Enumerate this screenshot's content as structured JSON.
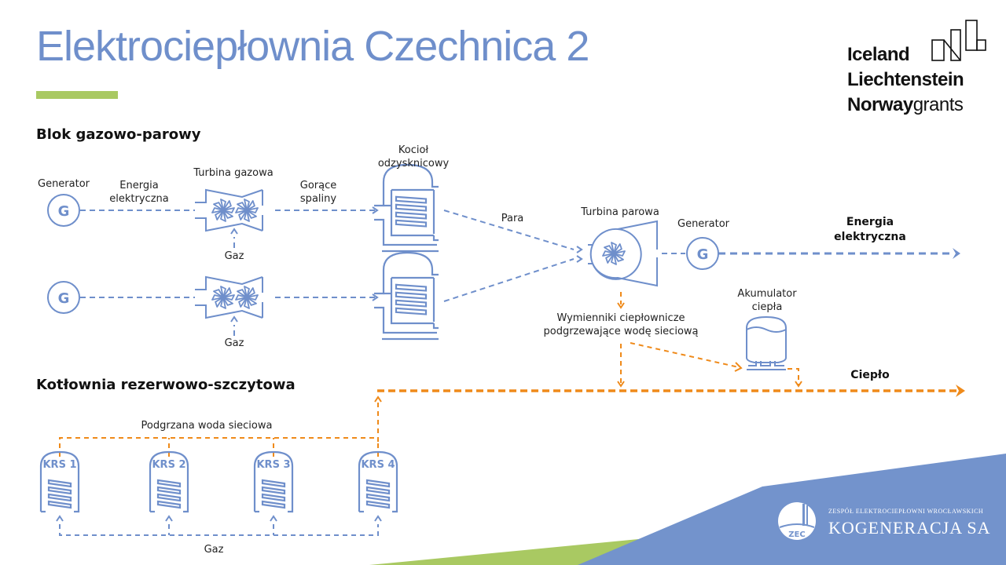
{
  "title": "Elektrociepłownia Czechnica 2",
  "logo_eea": {
    "line1": "Iceland",
    "line2": "Liechtenstein",
    "line3_bold": "Norway",
    "line3_light": "grants"
  },
  "logo_zec": {
    "emblem_text": "ZEC",
    "subtitle": "ZESPÓŁ ELEKTROCIEPŁOWNI WROCŁAWSKICH",
    "name": "KOGENERACJA SA"
  },
  "sections": {
    "combined_cycle": "Blok gazowo-parowy",
    "reserve_boilers": "Kotłownia rezerwowo-szczytowa"
  },
  "labels": {
    "generator": "Generator",
    "energia_elektryczna": [
      "Energia",
      "elektryczna"
    ],
    "turbina_gazowa": "Turbina gazowa",
    "gorace_spaliny": [
      "Gorące",
      "spaliny"
    ],
    "kociol": [
      "Kocioł",
      "odzysknicowy"
    ],
    "gaz": "Gaz",
    "para": "Para",
    "turbina_parowa": "Turbina parowa",
    "generator_out": "Generator",
    "output_electric": [
      "Energia",
      "elektryczna"
    ],
    "akumulator": [
      "Akumulator",
      "ciepła"
    ],
    "wymienniki": [
      "Wymienniki ciepłownicze",
      "podgrzewające wodę sieciową"
    ],
    "cieplo": "Ciepło",
    "podgrzana_woda": "Podgrzana woda sieciowa",
    "gaz_krs": "Gaz"
  },
  "generator_symbol": "G",
  "boilers": [
    "KRS 1",
    "KRS 2",
    "KRS 3",
    "KRS 4"
  ],
  "colors": {
    "blue": "#6f8fcb",
    "orange": "#ef8a1a",
    "green": "#a9c962",
    "title": "#6f8fcb"
  }
}
